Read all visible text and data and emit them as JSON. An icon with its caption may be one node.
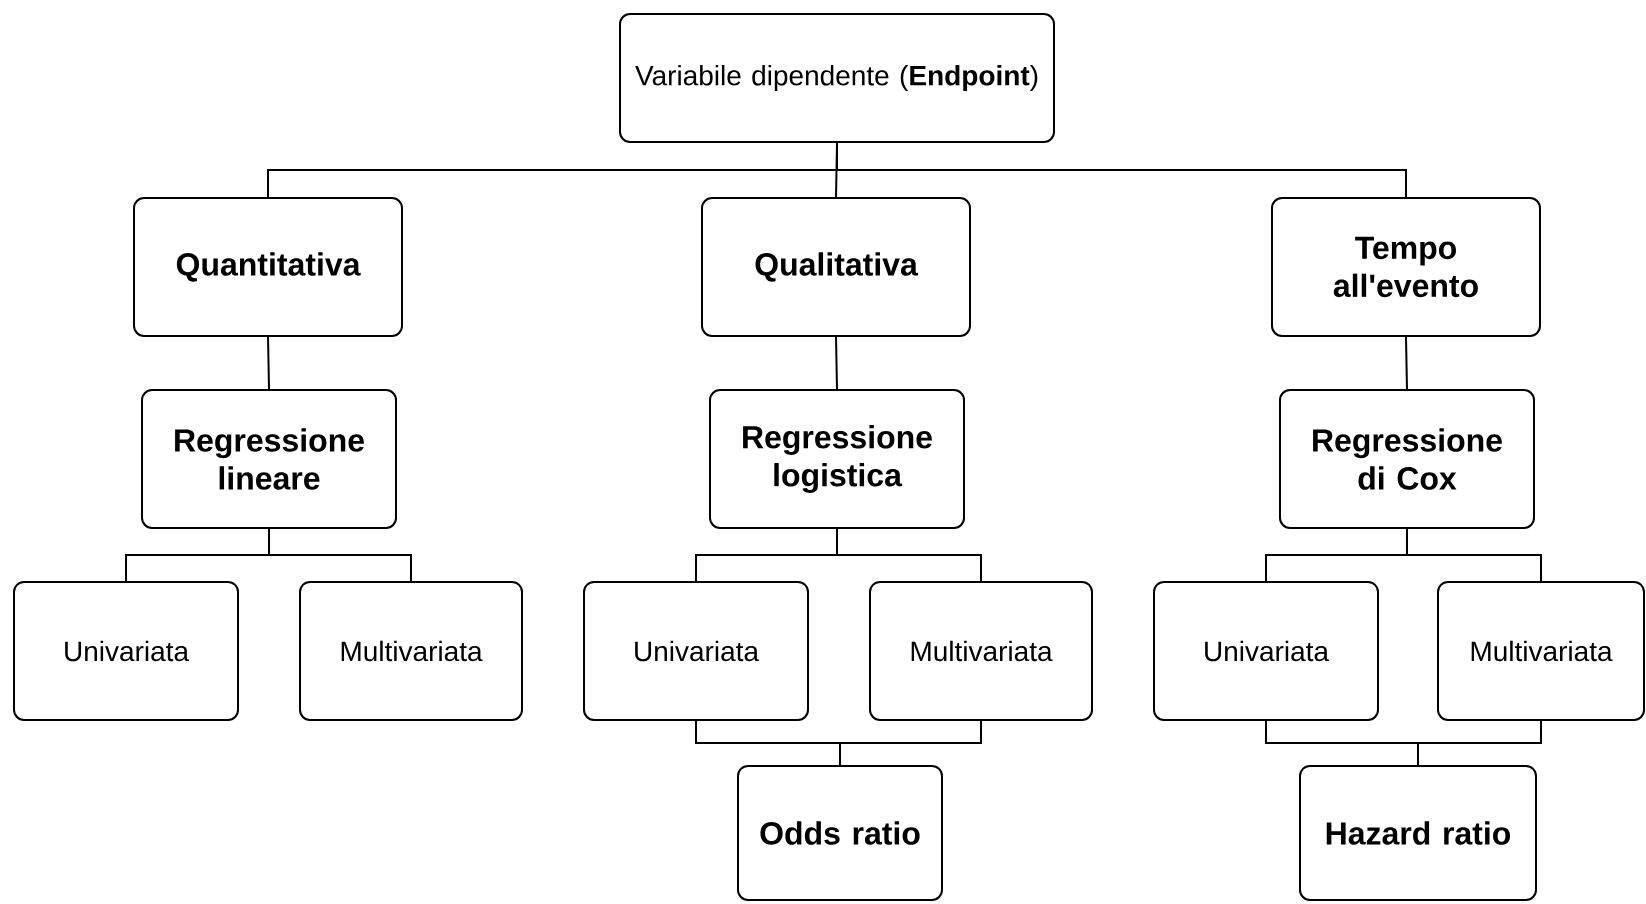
{
  "diagram": {
    "nodes": [
      {
        "text": [
          "Variabile dipendente (**Endpoint**)"
        ]
      },
      {
        "text": [
          "Quantitativa"
        ]
      },
      {
        "text": [
          "Qualitativa"
        ]
      },
      {
        "text": [
          "Tempo all'evento"
        ]
      },
      {
        "text": [
          "Regressione lineare"
        ]
      },
      {
        "text": [
          "Regressione logistica"
        ]
      },
      {
        "text": [
          "Regressione di Cox"
        ]
      },
      {
        "text": [
          "Univariata"
        ]
      },
      {
        "text": [
          "Multivariata"
        ]
      },
      {
        "text": [
          "Univariata"
        ]
      },
      {
        "text": [
          "Multivariata"
        ]
      },
      {
        "text": [
          "Univariata"
        ]
      },
      {
        "text": [
          "Multivariata"
        ]
      },
      {
        "text": [
          "Odds ratio"
        ]
      },
      {
        "text": [
          "Hazard ratio"
        ]
      }
    ],
    "edges": [
      {
        "from": 0,
        "to": 1,
        "arrow": "none"
      },
      {
        "from": 0,
        "to": 2,
        "arrow": "none"
      },
      {
        "from": 0,
        "to": 3,
        "arrow": "none"
      },
      {
        "from": 1,
        "to": 4,
        "arrow": "none"
      },
      {
        "from": 2,
        "to": 5,
        "arrow": "none"
      },
      {
        "from": 3,
        "to": 6,
        "arrow": "none"
      },
      {
        "from": 4,
        "to": 7,
        "arrow": "none"
      },
      {
        "from": 4,
        "to": 8,
        "arrow": "none"
      },
      {
        "from": 5,
        "to": 9,
        "arrow": "none"
      },
      {
        "from": 5,
        "to": 10,
        "arrow": "none"
      },
      {
        "from": 6,
        "to": 11,
        "arrow": "none"
      },
      {
        "from": 6,
        "to": 12,
        "arrow": "none"
      },
      {
        "from": 9,
        "to": 13,
        "arrow": "none"
      },
      {
        "from": 10,
        "to": 13,
        "arrow": "none"
      },
      {
        "from": 11,
        "to": 14,
        "arrow": "none"
      },
      {
        "from": 12,
        "to": 14,
        "arrow": "none"
      }
    ]
  }
}
